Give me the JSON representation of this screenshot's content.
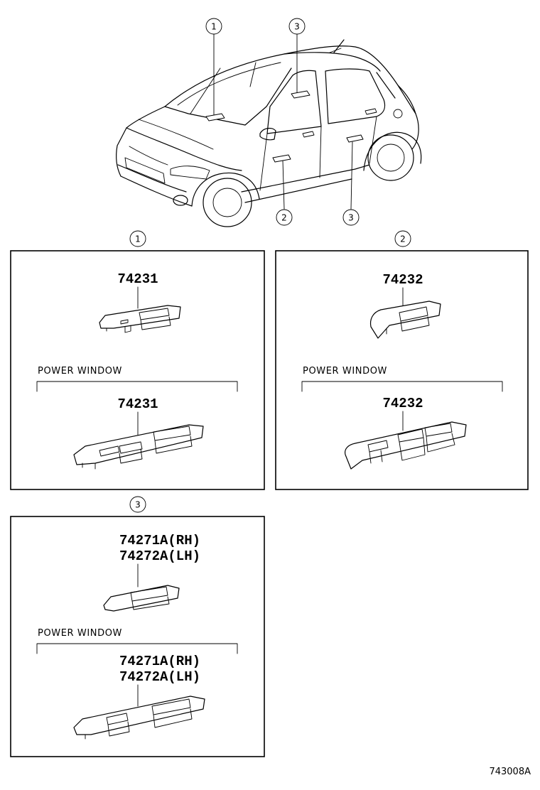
{
  "callouts": {
    "car_top_1": "1",
    "car_top_3": "3",
    "car_bottom_2": "2",
    "car_bottom_3": "3",
    "panel1": "1",
    "panel2": "2",
    "panel3": "3"
  },
  "panel1": {
    "part_top": "74231",
    "caption": "POWER WINDOW",
    "part_bottom": "74231"
  },
  "panel2": {
    "part_top": "74232",
    "caption": "POWER WINDOW",
    "part_bottom": "74232"
  },
  "panel3": {
    "part_top_line1": "74271A(RH)",
    "part_top_line2": "74272A(LH)",
    "caption": "POWER WINDOW",
    "part_bottom_line1": "74271A(RH)",
    "part_bottom_line2": "74272A(LH)"
  },
  "diagram_code": "743008A"
}
